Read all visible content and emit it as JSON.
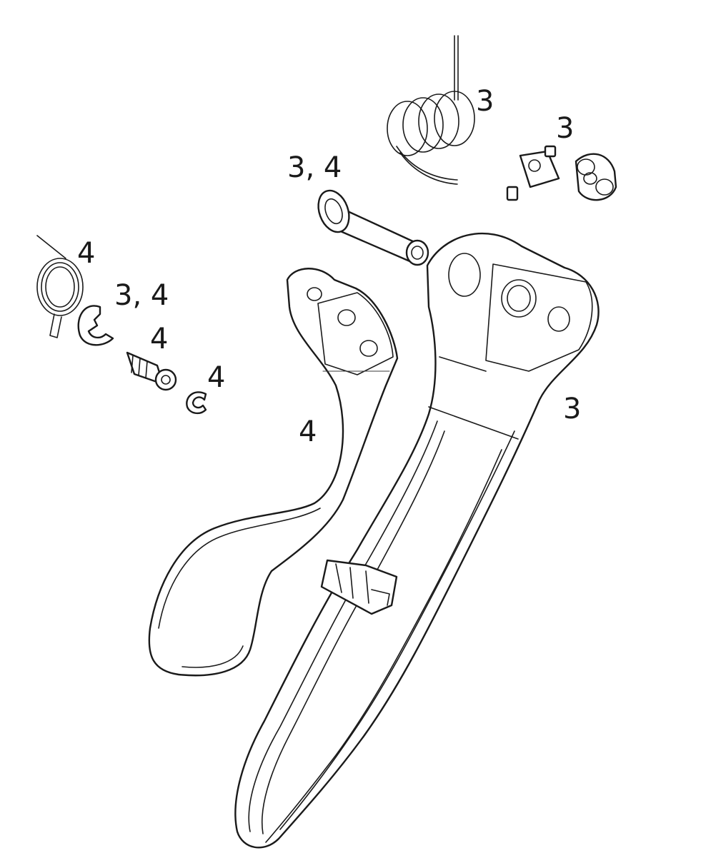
{
  "callouts": {
    "spring_top": "3",
    "cam_top": "3",
    "pivot_pin": "3, 4",
    "spring_left": "4",
    "e_clip": "3, 4",
    "adjuster_screw": "4",
    "c_clip": "4",
    "lever_rear": "4",
    "lever_front": "3"
  },
  "colors": {
    "line": "#1a1a1a",
    "background": "#ffffff"
  }
}
